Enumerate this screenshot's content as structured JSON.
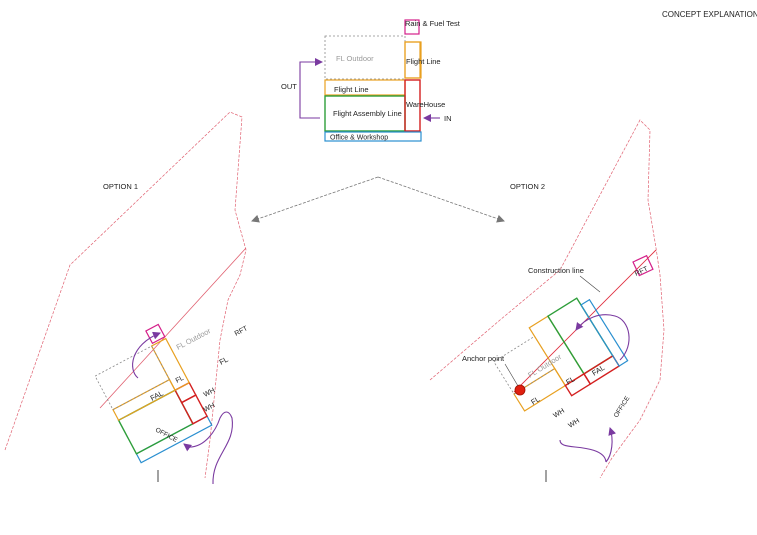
{
  "page": {
    "title": "CONCEPT EXPLANATION"
  },
  "colors": {
    "fal": "#2e9e3a",
    "fl": "#e8a020",
    "wh": "#d42020",
    "rft": "#d4208a",
    "office": "#2a8fd0",
    "outdoor": "#8a8a8a",
    "arrow": "#7a3aa0",
    "site": "#e06070",
    "construction": "#e03040",
    "anchor": "#e02010"
  },
  "concept": {
    "rft_label": "Rain & Fuel Test",
    "outdoor_label": "FL Outdoor",
    "flight_line_right_label": "Flight Line",
    "flight_line_label": "Flight Line",
    "fal_label": "Flight Assembly Line",
    "warehouse_label": "WareHouse",
    "office_label": "Office & Workshop",
    "out_label": "OUT",
    "in_label": "IN"
  },
  "option1": {
    "title": "OPTION 1",
    "rft": "RFT",
    "outdoor": "FL Outdoor",
    "fl_right": "FL",
    "fl_mid": "FL",
    "fal": "FAL",
    "wh_top": "WH",
    "wh_bottom": "WH",
    "office": "OFFICE"
  },
  "option2": {
    "title": "OPTION 2",
    "construction_line": "Construction line",
    "anchor_point": "Anchor point",
    "rft": "RFT",
    "outdoor": "FL Outdoor",
    "fl_upper": "FL",
    "fl_lower": "FL",
    "fal": "FAL",
    "wh_left": "WH",
    "wh_right": "WH",
    "office": "OFFICE"
  }
}
